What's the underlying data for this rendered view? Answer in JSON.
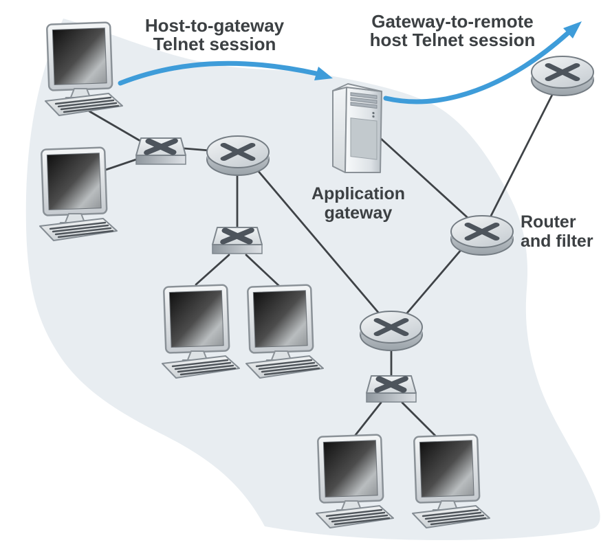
{
  "figure": {
    "description": "Network diagram of Telnet sessions relayed through an application gateway and filtering router",
    "labels": {
      "host_to_gateway": {
        "line1": "Host-to-gateway",
        "line2": "Telnet session"
      },
      "gateway_to_remote": {
        "line1": "Gateway-to-remote",
        "line2": "host Telnet session"
      },
      "application_gateway": {
        "line1": "Application",
        "line2": "gateway"
      },
      "router_and_filter": {
        "line1": "Router",
        "line2": "and filter"
      }
    },
    "colors": {
      "session_arrow_blue": "#3e9cd9",
      "background_blob": "#e8edf1",
      "link_line": "#3f4347",
      "label_text": "#3c4043",
      "device_dark_glyph": "#4d545c"
    },
    "topology": {
      "workstation_count": 6,
      "switch_count": 3,
      "router_count": 4,
      "gateway_count": 1,
      "links": [
        [
          "workstation-1",
          "switch-1"
        ],
        [
          "workstation-2",
          "switch-1"
        ],
        [
          "switch-1",
          "router-1"
        ],
        [
          "router-1",
          "switch-2"
        ],
        [
          "router-1",
          "router-2"
        ],
        [
          "switch-2",
          "workstation-3"
        ],
        [
          "switch-2",
          "workstation-4"
        ],
        [
          "router-2",
          "switch-3"
        ],
        [
          "switch-3",
          "workstation-5"
        ],
        [
          "switch-3",
          "workstation-6"
        ],
        [
          "application-gateway",
          "router-3"
        ],
        [
          "router-4",
          "router-3"
        ],
        [
          "router-3",
          "router-2"
        ]
      ],
      "telnet_sessions": [
        {
          "from": "host-workstation-1",
          "to": "application-gateway",
          "label": "Host-to-gateway Telnet session"
        },
        {
          "from": "application-gateway",
          "to": "remote-host",
          "label": "Gateway-to-remote host Telnet session"
        }
      ]
    }
  }
}
